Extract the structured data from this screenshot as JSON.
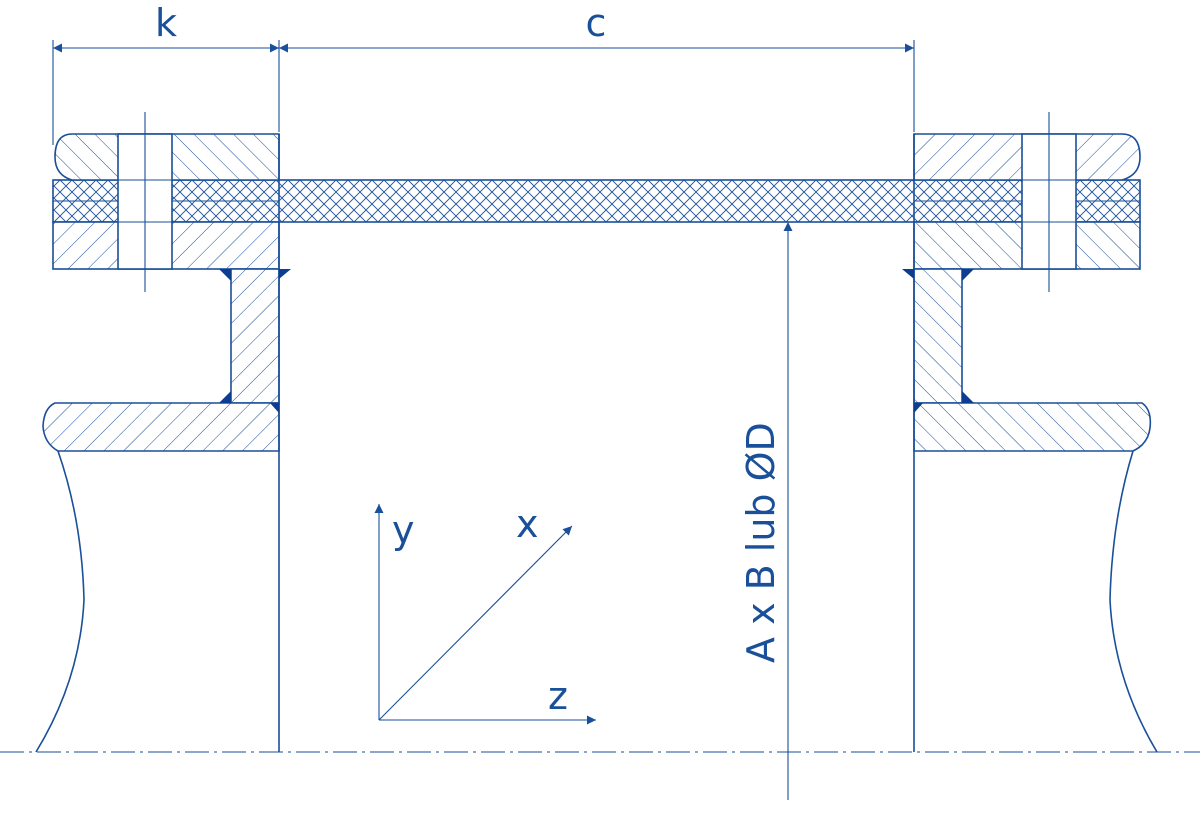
{
  "labels": {
    "k": "k",
    "c": "c",
    "diameter": "A x B lub ØD",
    "axis_x": "x",
    "axis_y": "y",
    "axis_z": "z"
  },
  "colors": {
    "ink": "#1a4f9a",
    "weld": "#0d3d91",
    "background": "#ffffff"
  }
}
